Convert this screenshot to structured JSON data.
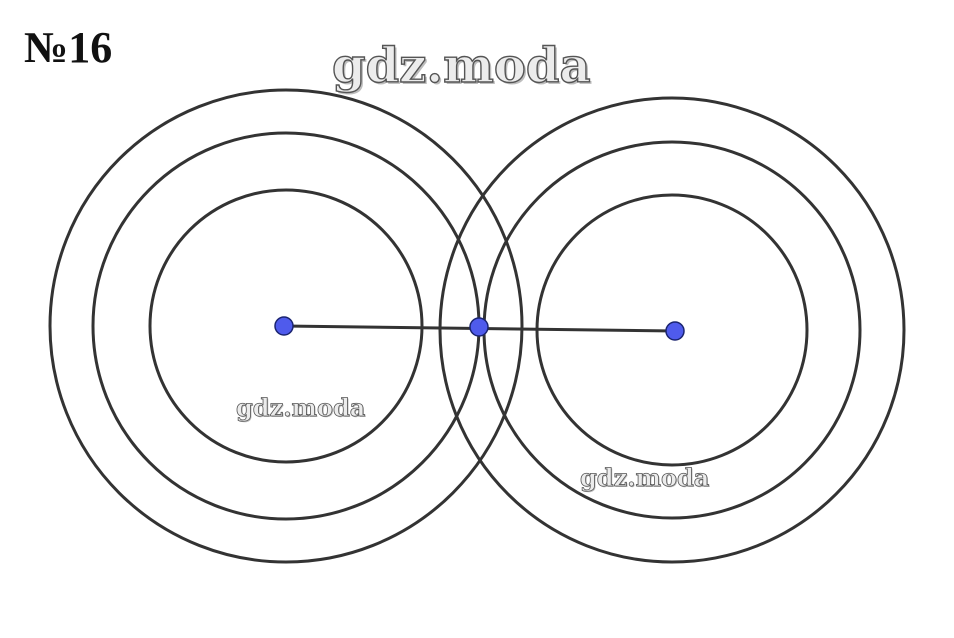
{
  "task_label": "№16",
  "watermarks": {
    "top": "gdz.moda",
    "left": "gdz.moda",
    "right": "gdz.moda"
  },
  "colors": {
    "circle_stroke": "#333333",
    "segment_stroke": "#333333",
    "point_fill": "#4f5bec",
    "point_stroke": "#1a2470"
  }
}
